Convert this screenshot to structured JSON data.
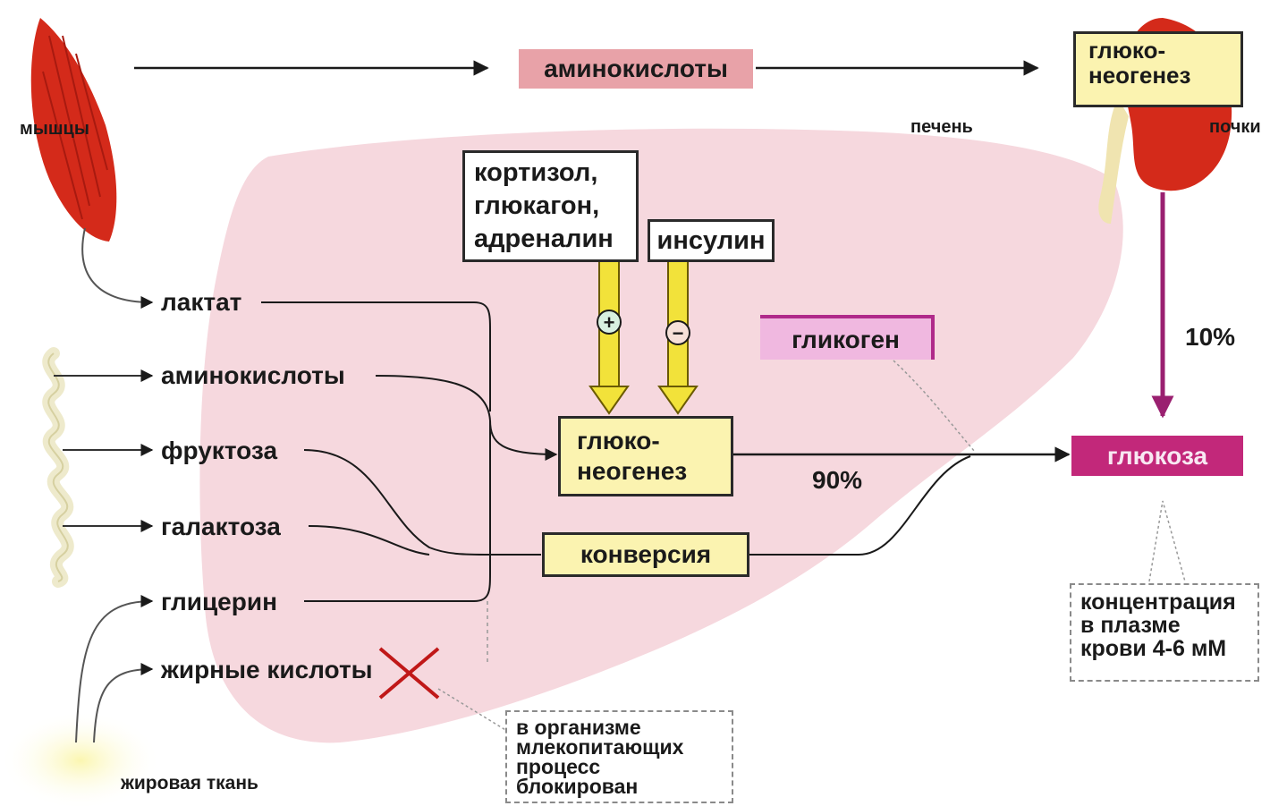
{
  "organs": {
    "muscles": "мышцы",
    "liver": "печень",
    "kidneys": "почки",
    "adipose": "жировая ткань"
  },
  "top": {
    "amino_acids": "аминокислоты",
    "kidney_gluconeogenesis_line1": "глюко-",
    "kidney_gluconeogenesis_line2": "неогенез"
  },
  "hormones": {
    "stimulators_line1": "кортизол,",
    "stimulators_line2": "глюкагон,",
    "stimulators_line3": "адреналин",
    "inhibitor": "инсулин",
    "plus": "+",
    "minus": "−"
  },
  "substrates": [
    "лактат",
    "аминокислоты",
    "фруктоза",
    "галактоза",
    "глицерин",
    "жирные кислоты"
  ],
  "processes": {
    "gluconeogenesis_line1": "глюко-",
    "gluconeogenesis_line2": "неогенез",
    "conversion": "конверсия",
    "glycogen": "гликоген",
    "glucose": "глюкоза"
  },
  "percentages": {
    "liver": "90%",
    "kidneys": "10%"
  },
  "notes": {
    "blocked_line1": "в организме",
    "blocked_line2": "млекопитающих",
    "blocked_line3": "процесс",
    "blocked_line4": "блокирован",
    "concentration_line1": "концентрация",
    "concentration_line2": "в плазме",
    "concentration_line3": "крови 4-6 мМ"
  },
  "colors": {
    "organ_red": "#d42a1a",
    "liver_pink": "#f6d8de",
    "box_yellow": "#fbf3b0",
    "arrow_yellow": "#f2e23a",
    "glucose_magenta": "#c2287a",
    "amino_pink": "#e8a2a8"
  }
}
